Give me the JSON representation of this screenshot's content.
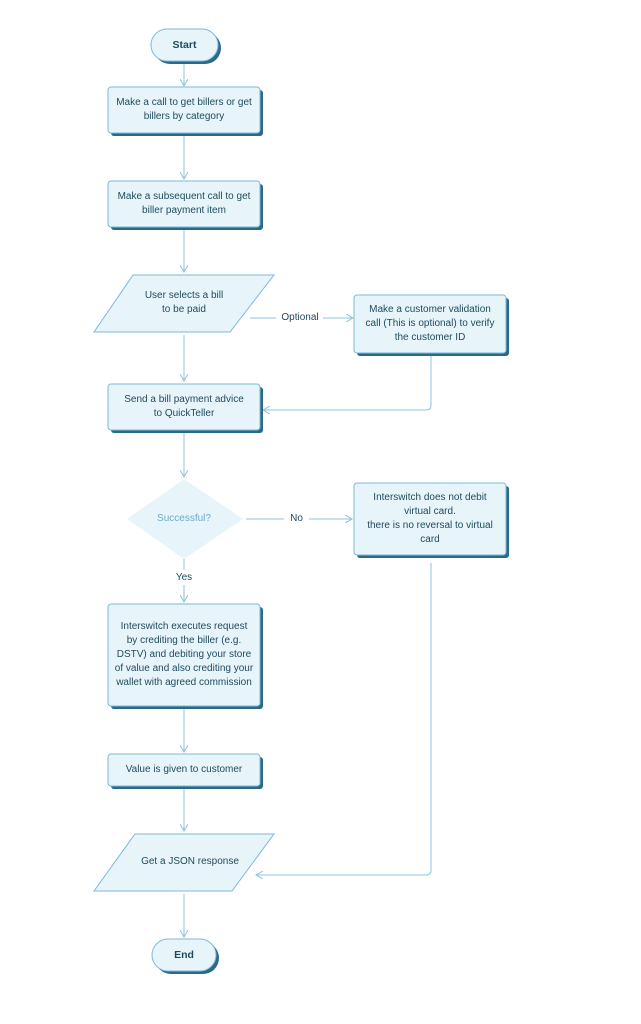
{
  "diagram": {
    "start_label": "Start",
    "end_label": "End",
    "steps": {
      "get_billers": "Make a call to get billers or get billers by category",
      "get_payment_item": "Make a subsequent call to get biller payment item",
      "user_selects_bill": "User selects a bill\nto be paid",
      "customer_validation": "Make a customer validation call (This is optional) to verify the customer ID",
      "send_advice": "Send a bill payment advice\nto QuickTeller",
      "decision": "Successful?",
      "no_debit": "Interswitch does not debit virtual card.\nthere is no reversal to virtual card",
      "execute_request": "Interswitch executes request by crediting the biller (e.g. DSTV) and debiting your store of value and also crediting your wallet with agreed commission",
      "value_given": "Value is given to customer",
      "json_response": "Get a JSON response"
    },
    "edge_labels": {
      "optional": "Optional",
      "no": "No",
      "yes": "Yes"
    },
    "colors": {
      "fill": "#e7f5fb",
      "border": "#7cb9d9",
      "shadow": "#2b6a86",
      "text": "#1f4a5c",
      "connector": "#8fc3de",
      "decision_text": "#6ea9c8"
    }
  }
}
